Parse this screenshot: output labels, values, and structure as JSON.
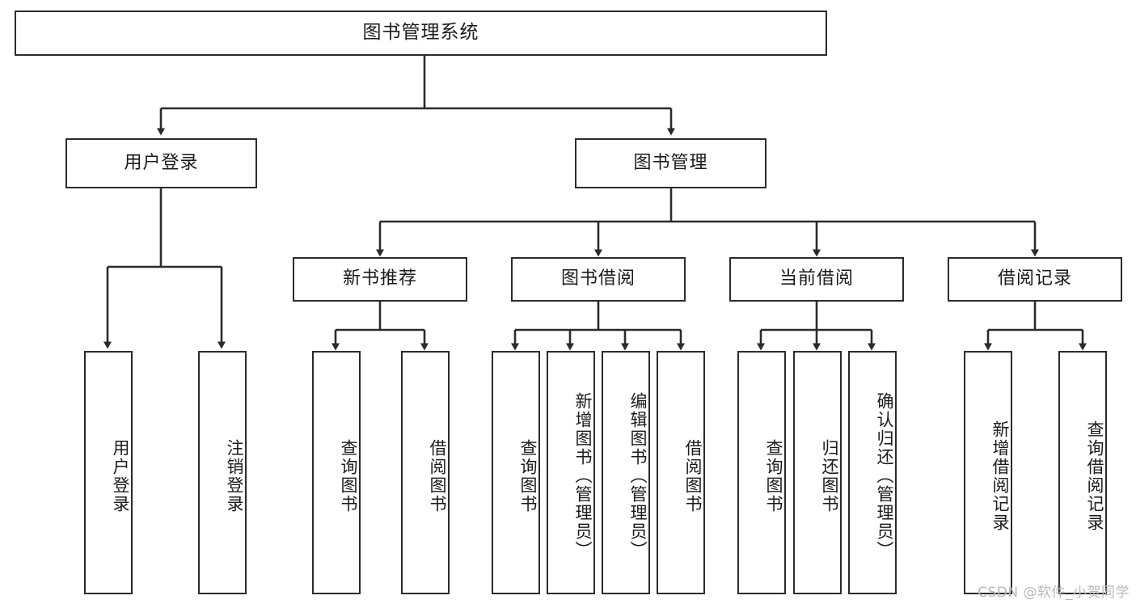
{
  "diagram": {
    "title": "图书管理系统",
    "type": "tree-hierarchy-chart",
    "root": {
      "id": "root",
      "label": "图书管理系统"
    },
    "level2": [
      {
        "id": "user-login",
        "label": "用户登录"
      },
      {
        "id": "book-management",
        "label": "图书管理"
      }
    ],
    "level3": [
      {
        "id": "new-book-recommend",
        "label": "新书推荐",
        "parent": "book-management"
      },
      {
        "id": "book-borrow",
        "label": "图书借阅",
        "parent": "book-management"
      },
      {
        "id": "current-borrow",
        "label": "当前借阅",
        "parent": "book-management"
      },
      {
        "id": "borrow-record",
        "label": "借阅记录",
        "parent": "book-management"
      }
    ],
    "leaves": {
      "user-login": [
        {
          "id": "leaf-user-login",
          "label": "用户登录"
        },
        {
          "id": "leaf-logout-login",
          "label": "注销登录"
        }
      ],
      "new-book-recommend": [
        {
          "id": "leaf-query-book-1",
          "label": "查询图书"
        },
        {
          "id": "leaf-borrow-book-1",
          "label": "借阅图书"
        }
      ],
      "book-borrow": [
        {
          "id": "leaf-query-book-2",
          "label": "查询图书"
        },
        {
          "id": "leaf-add-book",
          "label": "新增图书（管理员）"
        },
        {
          "id": "leaf-edit-book",
          "label": "编辑图书（管理员）"
        },
        {
          "id": "leaf-borrow-book-2",
          "label": "借阅图书"
        }
      ],
      "current-borrow": [
        {
          "id": "leaf-query-book-3",
          "label": "查询图书"
        },
        {
          "id": "leaf-return-book",
          "label": "归还图书"
        },
        {
          "id": "leaf-confirm-return",
          "label": "确认归还（管理员）"
        }
      ],
      "borrow-record": [
        {
          "id": "leaf-add-record",
          "label": "新增借阅记录"
        },
        {
          "id": "leaf-query-record",
          "label": "查询借阅记录"
        }
      ]
    },
    "colors": {
      "stroke": "#2b2b2b",
      "fill": "#ffffff",
      "text": "#1a1a1a",
      "watermark": "#b9b9b9"
    }
  },
  "watermark": {
    "text": "CSDN @软件_小贺同学"
  }
}
